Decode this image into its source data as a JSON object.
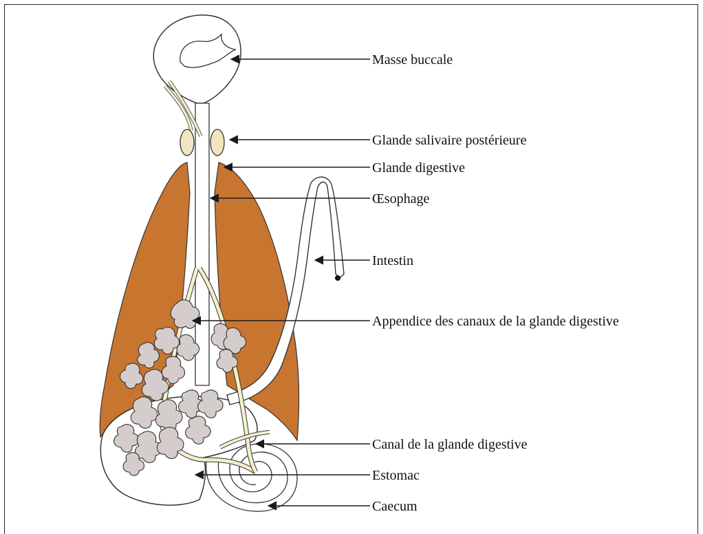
{
  "diagram": {
    "labels": {
      "masse_buccale": "Masse buccale",
      "glande_salivaire": "Glande salivaire postérieure",
      "glande_digestive": "Glande digestive",
      "oesophage": "Œsophage",
      "intestin": "Intestin",
      "appendice": "Appendice des canaux de la glande digestive",
      "canal": "Canal de la glande digestive",
      "estomac": "Estomac",
      "caecum": "Caecum"
    },
    "colors": {
      "gland": "#c87530",
      "salivary": "#f2e6c0",
      "duct": "#f3efcc",
      "appendage": "#d4cdcb",
      "outline": "#333333",
      "arrow": "#1a1a1a"
    }
  }
}
